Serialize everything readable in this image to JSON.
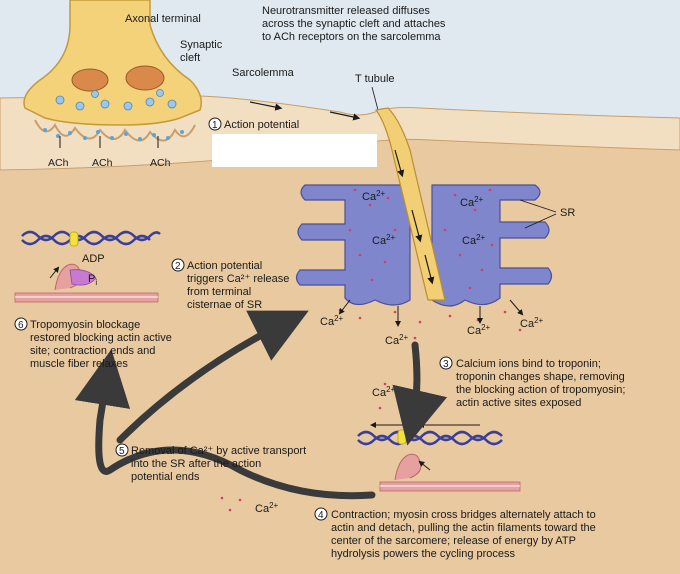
{
  "labels": {
    "axonal_terminal": "Axonal terminal",
    "synaptic_cleft_1": "Synaptic",
    "synaptic_cleft_2": "cleft",
    "neuro_1": "Neurotransmitter released diffuses",
    "neuro_2": "across the synaptic cleft and attaches",
    "neuro_3": "to ACh receptors on the sarcolemma",
    "sarcolemma": "Sarcolemma",
    "t_tubule": "T tubule",
    "sr": "SR",
    "ach": "ACh",
    "adp": "ADP",
    "pi": "P",
    "pi_sub": "i",
    "ca_base": "Ca",
    "ca_sup": "2+"
  },
  "steps": [
    {
      "num": "1",
      "lines": [
        "Action potential"
      ]
    },
    {
      "num": "2",
      "lines": [
        "Action potential",
        "triggers Ca²⁺ release",
        "from terminal",
        "cisternae of SR"
      ]
    },
    {
      "num": "3",
      "lines": [
        "Calcium ions bind to troponin;",
        "troponin changes shape, removing",
        "the blocking action of tropomyosin;",
        "actin active sites exposed"
      ]
    },
    {
      "num": "4",
      "lines": [
        "Contraction; myosin cross bridges alternately attach to",
        "actin and detach, pulling the actin filaments toward the",
        "center of the sarcomere; release of energy by ATP",
        "hydrolysis powers the cycling process"
      ]
    },
    {
      "num": "5",
      "lines": [
        "Removal of Ca²⁺ by active transport",
        "into the SR after the action",
        "potential ends"
      ]
    },
    {
      "num": "6",
      "lines": [
        "Tropomyosin blockage",
        "restored blocking actin active",
        "site; contraction ends and",
        "muscle fiber relaxes"
      ]
    }
  ],
  "colors": {
    "cytoplasm": "#e9caa0",
    "sarcolemma_band": "#f2dfc2",
    "extracellular": "#dfe9ef",
    "terminal": "#f4d27a",
    "sr": "#7f86cc",
    "ttubule": "#f2cf74",
    "arrow": "#3a3a3a",
    "actin": "#3a3f9a",
    "myosin": "#e6a0a0"
  }
}
